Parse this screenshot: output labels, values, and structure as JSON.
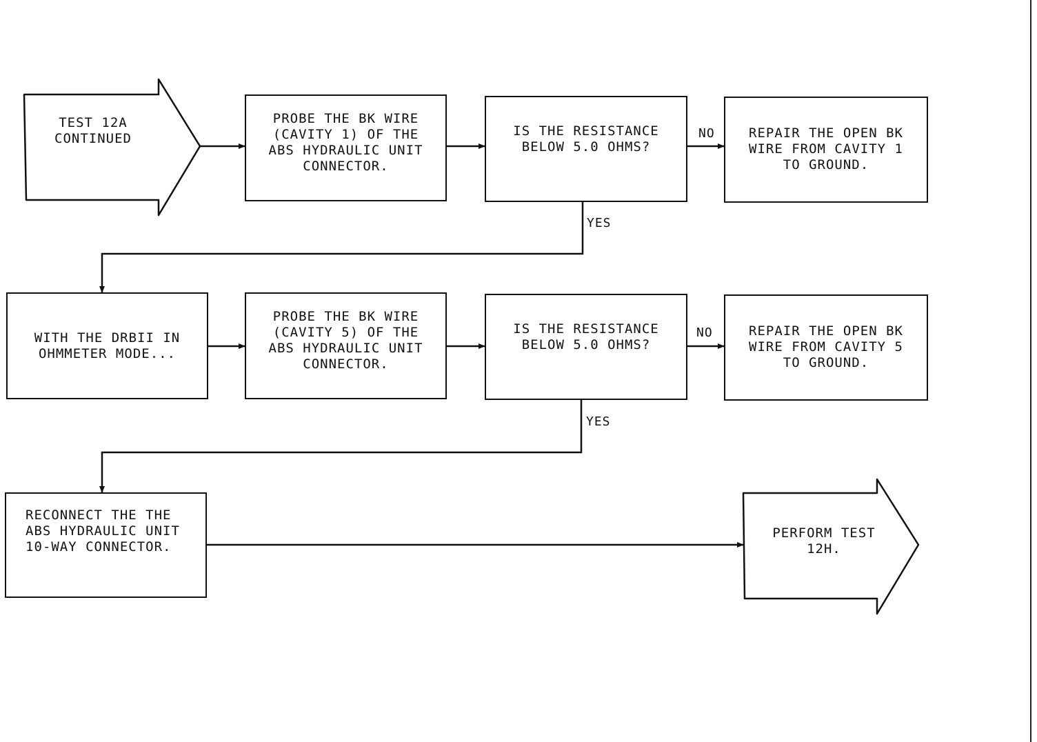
{
  "diagram": {
    "start": {
      "text": "TEST 12A\nCONTINUED"
    },
    "row1": {
      "probe": "PROBE THE BK WIRE\n(CAVITY 1) OF THE\nABS HYDRAULIC UNIT\nCONNECTOR.",
      "question": "IS THE RESISTANCE\nBELOW 5.0 OHMS?",
      "no_label": "NO",
      "repair": "REPAIR THE OPEN BK\nWIRE FROM CAVITY 1\nTO GROUND.",
      "yes_label": "YES"
    },
    "row2": {
      "start": "WITH THE DRBII IN\nOHMMETER MODE...",
      "probe": "PROBE THE BK WIRE\n(CAVITY 5) OF THE\nABS HYDRAULIC UNIT\nCONNECTOR.",
      "question": "IS THE RESISTANCE\nBELOW 5.0 OHMS?",
      "no_label": "NO",
      "repair": "REPAIR THE OPEN BK\nWIRE FROM CAVITY 5\nTO GROUND.",
      "yes_label": "YES"
    },
    "row3": {
      "reconnect": "RECONNECT THE THE\nABS HYDRAULIC UNIT\n10-WAY CONNECTOR.",
      "end": "PERFORM TEST\n12H."
    }
  }
}
